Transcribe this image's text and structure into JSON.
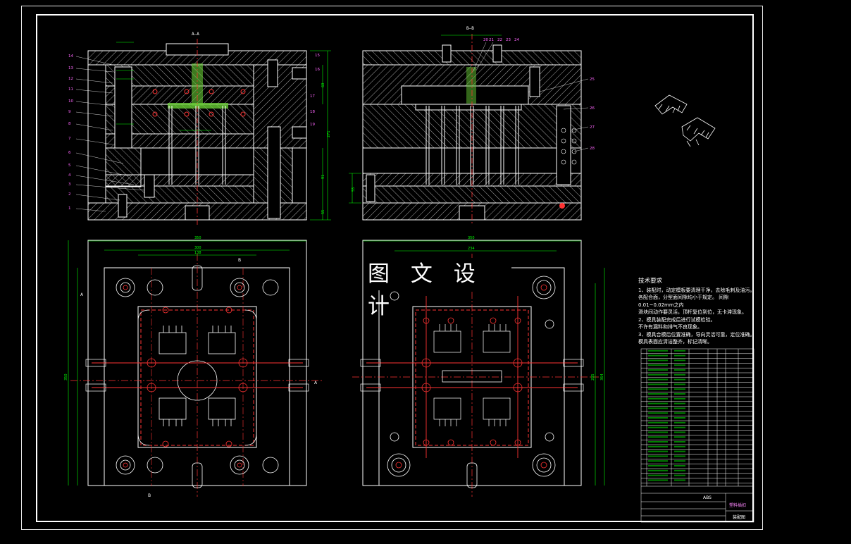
{
  "watermark": "图 文 设 计",
  "section_labels": {
    "a": "A—A",
    "b": "B—B",
    "plan_a_left": "A",
    "plan_a_right": "A",
    "plan_b_top": "B",
    "plan_b_bottom": "B"
  },
  "dimensions": {
    "left_plan_width": "350",
    "left_plan_inner": "300",
    "left_plan_inner2": "138",
    "left_plan_height": "350",
    "right_plan_width": "350",
    "right_plan_inner": "234",
    "right_plan_height": "285",
    "right_plan_height2": "364",
    "section_height": "271",
    "section_a_60": "60",
    "section_a_91": "91",
    "section_a_55": "55",
    "section_b_55": "55"
  },
  "balloons_left": [
    "14",
    "13",
    "12",
    "11",
    "10",
    "9",
    "8",
    "7",
    "6",
    "5",
    "4",
    "3",
    "2",
    "1"
  ],
  "balloons_right_a": [
    "15",
    "16",
    "17",
    "18",
    "19"
  ],
  "balloons_top_b": [
    "20",
    "21",
    "22",
    "23",
    "24"
  ],
  "balloons_right_b": [
    "25",
    "26",
    "27",
    "28"
  ],
  "tech_requirements": {
    "heading": "技术要求",
    "lines": [
      "1、装配时，动定模板要清理干净，去除毛刺及油污。",
      "各配合面，分型面间隙均小于规定。 间隙0.01~0.02mm之内",
      "滑块间动作要灵活，顶杆复位到位，无卡滞现象。",
      "2、模具装配完成后进行试模检验。",
      "不许有漏料和排气不良现象。",
      "3、模具合模后位置准确，导向灵活可靠，定位准确。",
      "模具表面应清洁整齐，标记清晰。"
    ]
  },
  "title_block": {
    "material": "ABS",
    "part_name": "塑料插扣",
    "drawing_type": "装配图"
  },
  "colors": {
    "background": "#000000",
    "outline": "#ffffff",
    "dimension": "#00ff00",
    "centerline": "#ff3333",
    "balloon": "#ff66ff",
    "hatch": "#ffffff"
  }
}
